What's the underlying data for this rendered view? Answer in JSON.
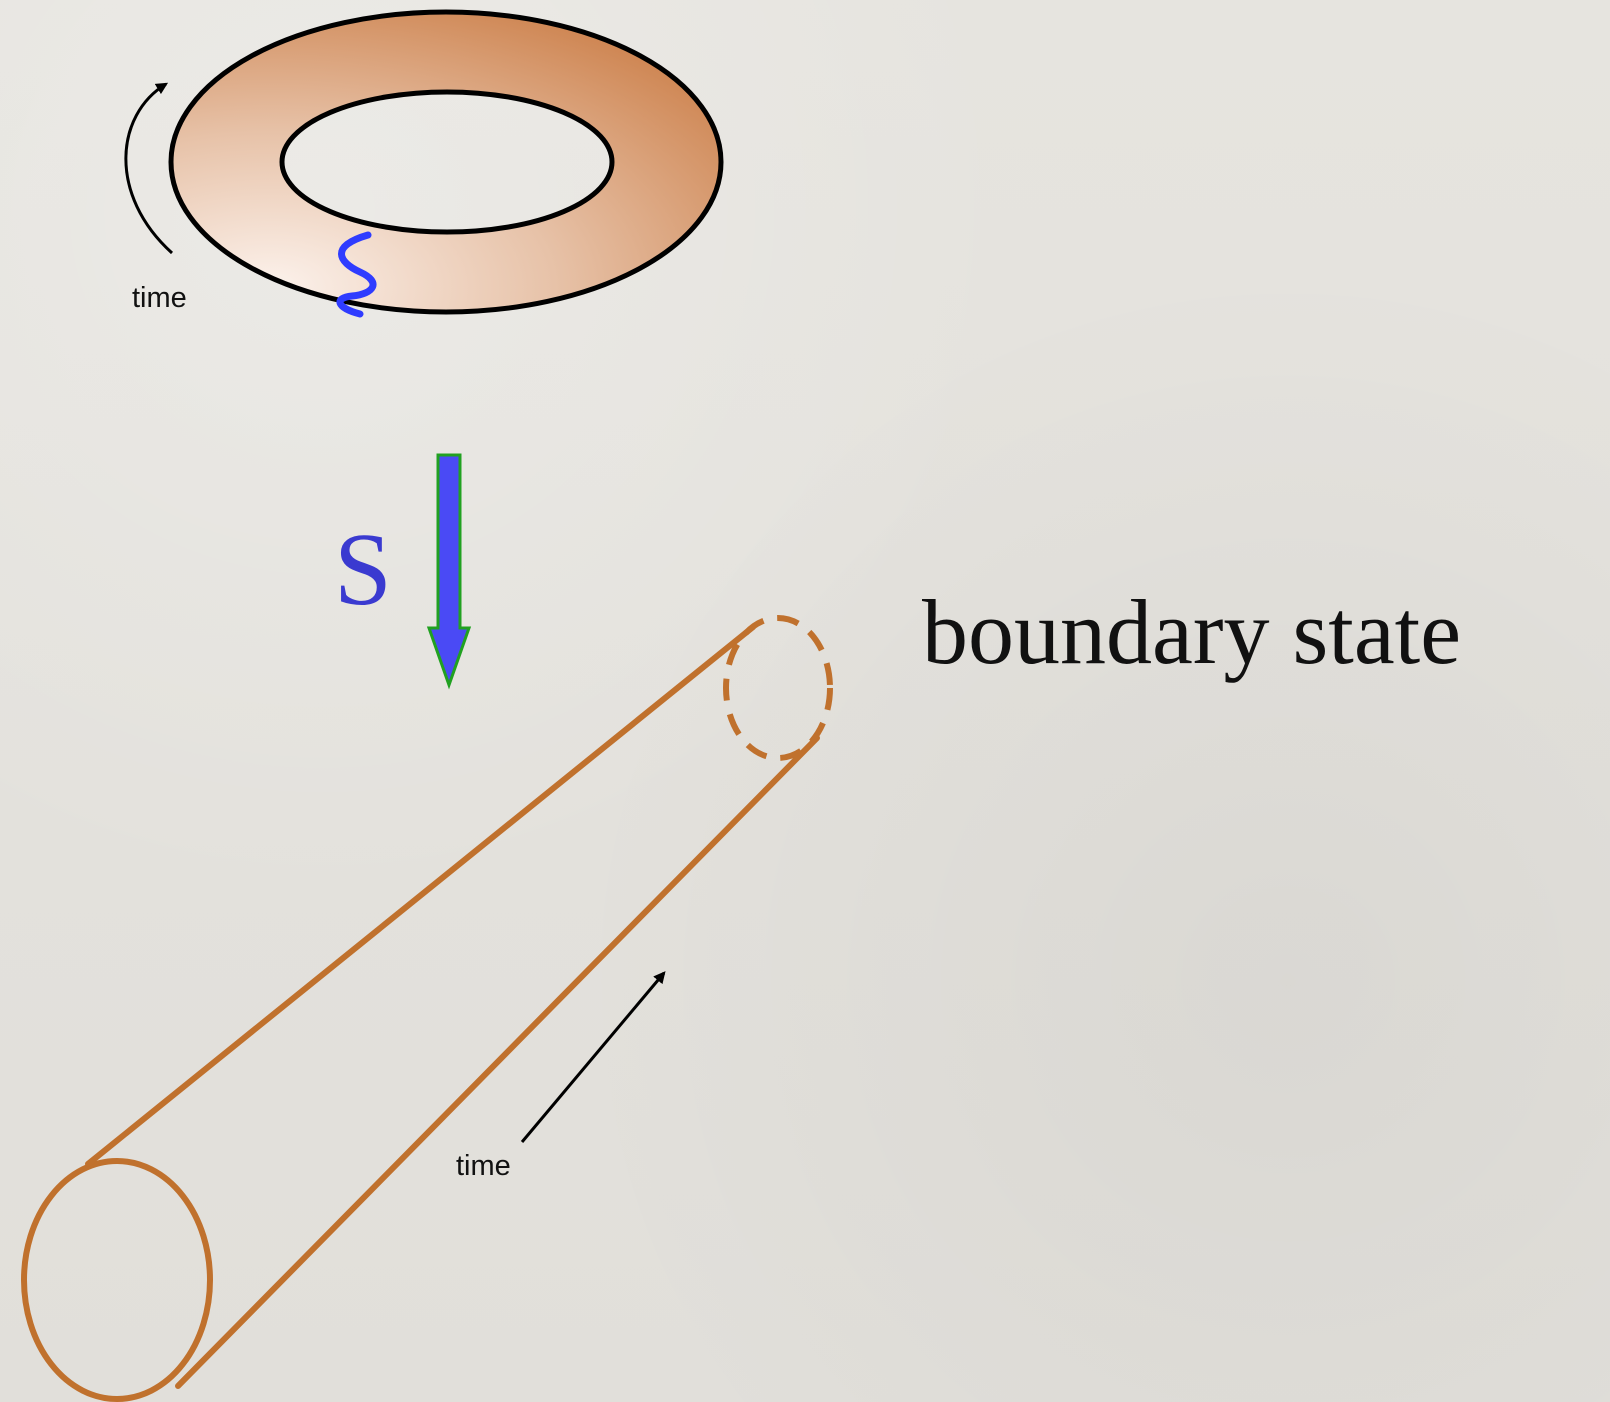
{
  "labels": {
    "torus_time": "time",
    "transform": "S",
    "cylinder_time": "time",
    "boundary_state": "boundary state"
  },
  "colors": {
    "torus_light": "#fcf2ec",
    "torus_mid": "#e7c2a8",
    "torus_dark": "#c9783f",
    "outline": "#000000",
    "wavy_string": "#2f3cff",
    "transform_arrow_fill": "#4a4af5",
    "transform_arrow_stroke": "#21a121",
    "transform_label": "#3a3ad0",
    "cylinder": "#c0712d"
  }
}
